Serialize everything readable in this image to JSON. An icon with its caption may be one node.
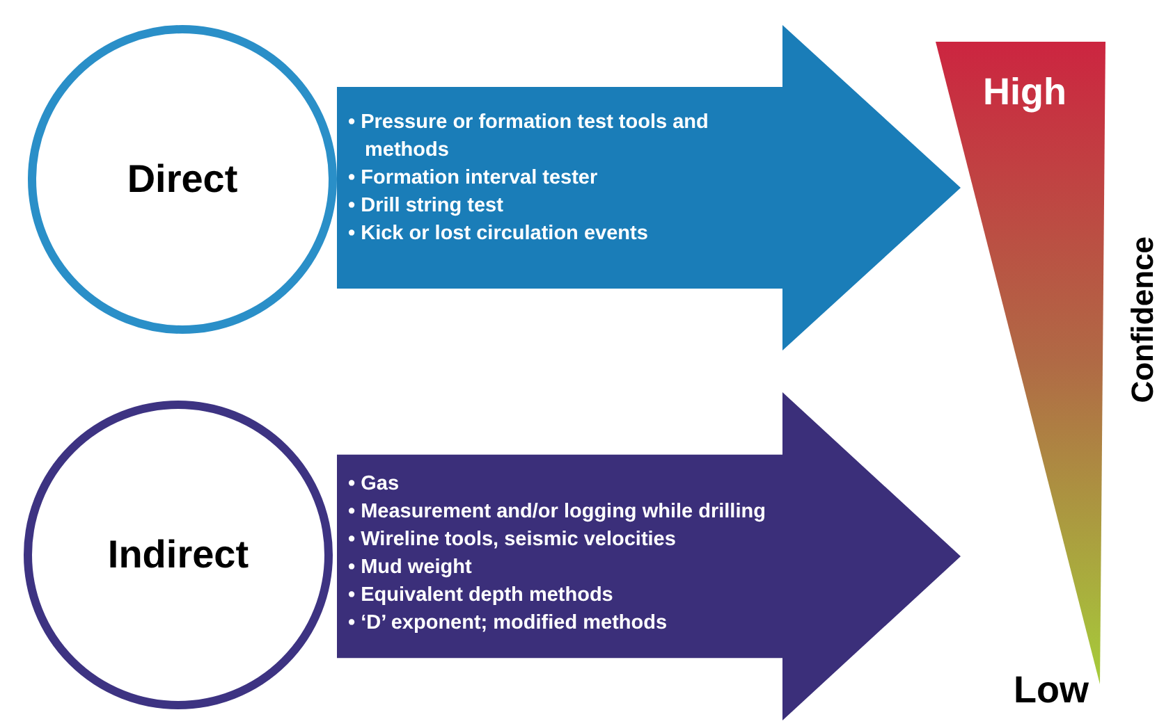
{
  "diagram": {
    "nodes": [
      {
        "text": [
          "Direct"
        ]
      },
      {
        "text": [
          "• Pressure or formation test tools and methods",
          "• Formation interval tester",
          "• Drill string test",
          "• Kick or lost circulation events"
        ]
      },
      {
        "text": [
          "Indirect"
        ]
      },
      {
        "text": [
          "• Gas",
          "• Measurement and/or logging while drilling",
          "• Wireline tools, seismic velocities",
          "• Mud weight",
          "• Equivalent depth methods",
          "• ‘D’ exponent; modified methods"
        ]
      },
      {
        "text": [
          "High",
          "Low"
        ],
        "beside": [
          "Confidence"
        ]
      }
    ]
  }
}
